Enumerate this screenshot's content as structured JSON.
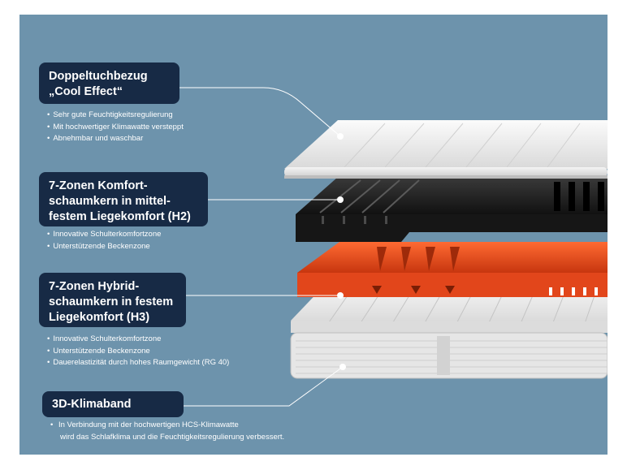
{
  "layers": [
    {
      "title_lines": [
        "Doppeltuchbezug",
        "„Cool Effect“"
      ],
      "bullets": [
        "Sehr gute Feuchtigkeitsregulierung",
        "Mit hochwertiger Klimawatte versteppt",
        "Abnehmbar und waschbar"
      ]
    },
    {
      "title_lines": [
        "7-Zonen Komfort-",
        "schaumkern in mittel-",
        "festem Liegekomfort (H2)"
      ],
      "bullets": [
        "Innovative Schulterkomfortzone",
        "Unterstützende Beckenzone"
      ]
    },
    {
      "title_lines": [
        "7-Zonen Hybrid-",
        "schaumkern in festem",
        "Liegekomfort (H3)"
      ],
      "bullets": [
        "Innovative Schulterkomfortzone",
        "Unterstützende Beckenzone",
        "Dauerelastizität durch hohes Raumgewicht (RG 40)"
      ]
    },
    {
      "title_lines": [
        "3D-Klimaband"
      ],
      "bullets": [
        [
          "In Verbindung mit der hochwertigen HCS-Klimawatte",
          "wird das Schlafklima und die Feuchtigkeitsregulierung verbessert."
        ]
      ]
    }
  ],
  "colors": {
    "background": "#6d93ac",
    "label_box": "#172a45",
    "cover": "#f2f2f2",
    "comfort_foam": "#1a1a1a",
    "hybrid_foam": "#e2461b",
    "base": "#e8e8e8"
  }
}
